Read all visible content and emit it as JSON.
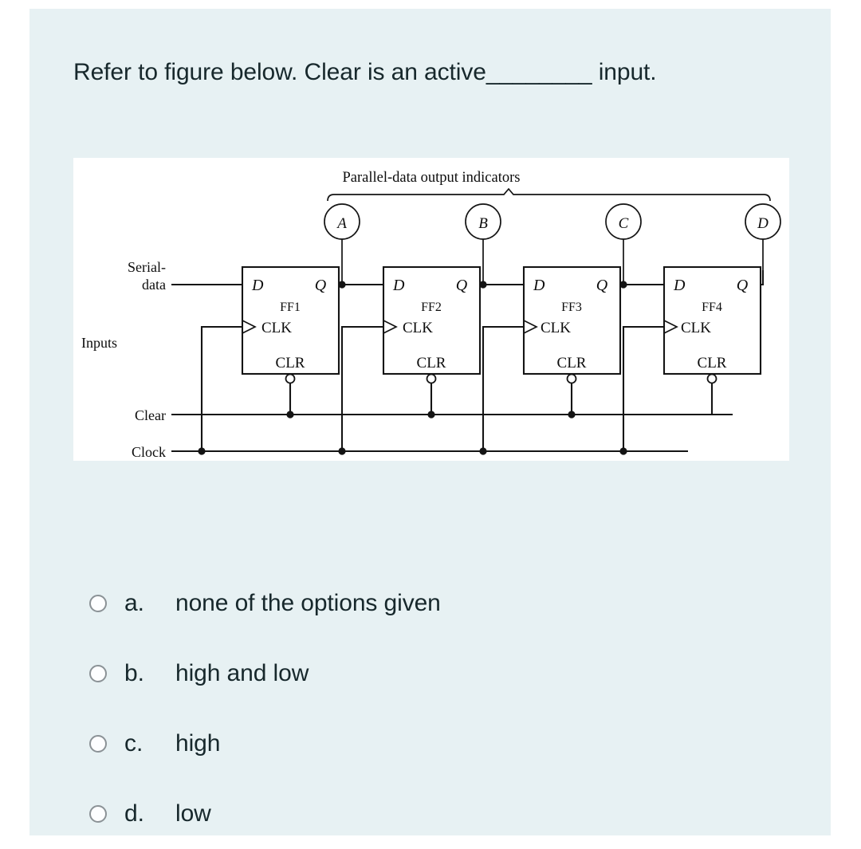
{
  "page": {
    "background": "#ffffff",
    "card_background": "#e7f1f3",
    "text_color": "#17282c"
  },
  "question": {
    "text": "Refer to figure below. Clear is an active________ input."
  },
  "figure": {
    "panel_background": "#ffffff",
    "bracket_caption": "Parallel-data output indicators",
    "indicators": [
      "A",
      "B",
      "C",
      "D"
    ],
    "input_labels": {
      "serial_data_line1": "Serial-",
      "serial_data_line2": "data",
      "inputs_group": "Inputs",
      "clear": "Clear",
      "clock": "Clock"
    },
    "flipflops": [
      {
        "name": "FF1",
        "d": "D",
        "q": "Q",
        "clk": "CLK",
        "clr": "CLR"
      },
      {
        "name": "FF2",
        "d": "D",
        "q": "Q",
        "clk": "CLK",
        "clr": "CLR"
      },
      {
        "name": "FF3",
        "d": "D",
        "q": "Q",
        "clk": "CLK",
        "clr": "CLR"
      },
      {
        "name": "FF4",
        "d": "D",
        "q": "Q",
        "clk": "CLK",
        "clr": "CLR"
      }
    ]
  },
  "options": [
    {
      "letter": "a.",
      "label": "none of the options given",
      "selected": false
    },
    {
      "letter": "b.",
      "label": "high and low",
      "selected": false
    },
    {
      "letter": "c.",
      "label": "high",
      "selected": false
    },
    {
      "letter": "d.",
      "label": "low",
      "selected": false
    }
  ]
}
